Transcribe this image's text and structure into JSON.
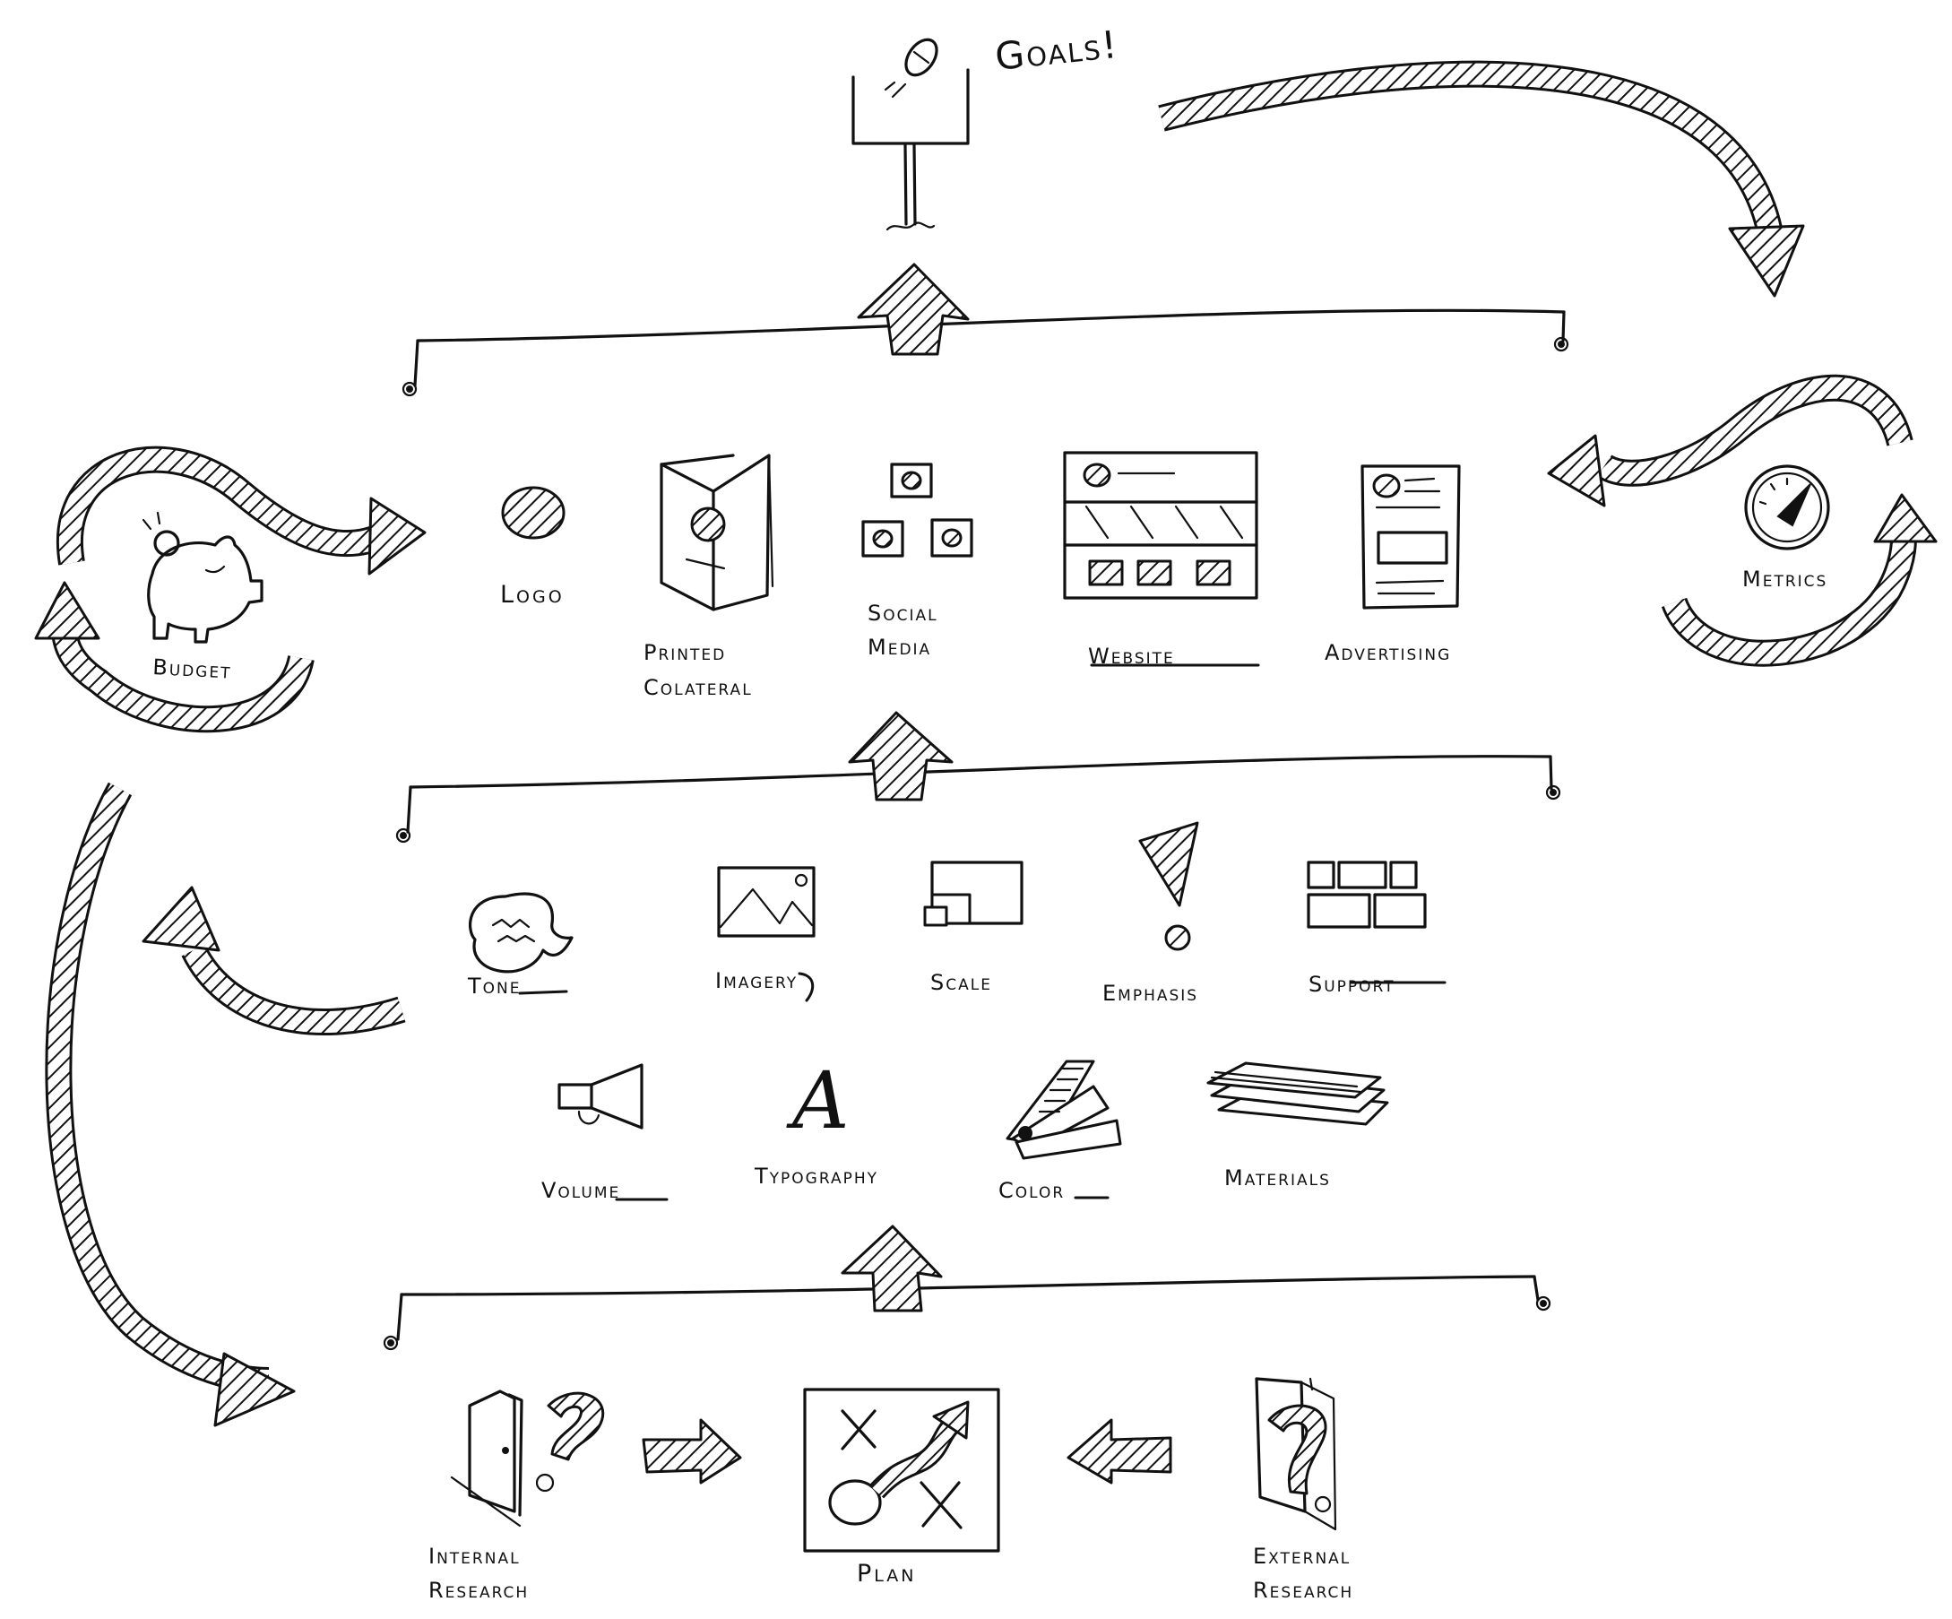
{
  "goal_label": "Goals!",
  "deliverables": {
    "logo": "Logo",
    "printed_collateral_line1": "Printed",
    "printed_collateral_line2": "Colateral",
    "social_line1": "Social",
    "social_line2": "Media",
    "website": "Website",
    "advertising": "Advertising"
  },
  "side_labels": {
    "budget": "Budget",
    "metrics": "Metrics"
  },
  "brand_qualities": {
    "tone": "Tone",
    "imagery": "Imagery",
    "scale": "Scale",
    "emphasis": "Emphasis",
    "support": "Support",
    "volume": "Volume",
    "typography": "Typography",
    "color": "Color",
    "materials": "Materials"
  },
  "research": {
    "internal_line1": "Internal",
    "internal_line2": "Research",
    "plan": "Plan",
    "external_line1": "External",
    "external_line2": "Research"
  },
  "glyphs": {
    "typography_letter": "A"
  },
  "colors": {
    "ink": "#111111",
    "paper": "#ffffff"
  }
}
